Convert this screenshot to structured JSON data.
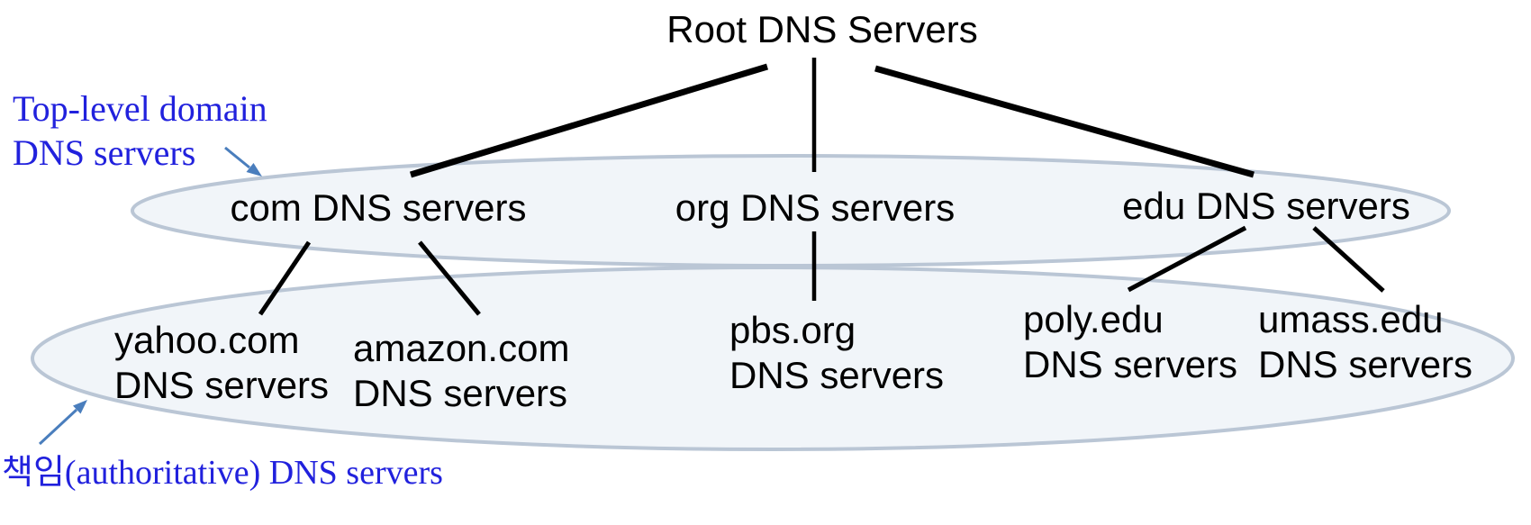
{
  "diagram": {
    "root": {
      "label": "Root DNS Servers"
    },
    "tld_annotation": {
      "line1": "Top-level domain",
      "line2": "DNS servers"
    },
    "authoritative_annotation": {
      "label": "책임(authoritative) DNS servers"
    },
    "tld_nodes": [
      {
        "id": "com",
        "label": "com DNS servers"
      },
      {
        "id": "org",
        "label": "org DNS servers"
      },
      {
        "id": "edu",
        "label": "edu DNS servers"
      }
    ],
    "authoritative_nodes": [
      {
        "id": "yahoo",
        "line1": "yahoo.com",
        "line2": "DNS servers"
      },
      {
        "id": "amazon",
        "line1": "amazon.com",
        "line2": "DNS servers"
      },
      {
        "id": "pbs",
        "line1": "pbs.org",
        "line2": "DNS servers"
      },
      {
        "id": "poly",
        "line1": "poly.edu",
        "line2": "DNS servers"
      },
      {
        "id": "umass",
        "line1": "umass.edu",
        "line2": "DNS servers"
      }
    ],
    "colors": {
      "annotation_text": "#2121dd",
      "arrow": "#4a7ebd",
      "ellipse_fill": "#f1f5f9",
      "ellipse_stroke": "#bac6d5",
      "edge_line": "#000000",
      "node_text": "#000000",
      "background": "#ffffff"
    }
  }
}
